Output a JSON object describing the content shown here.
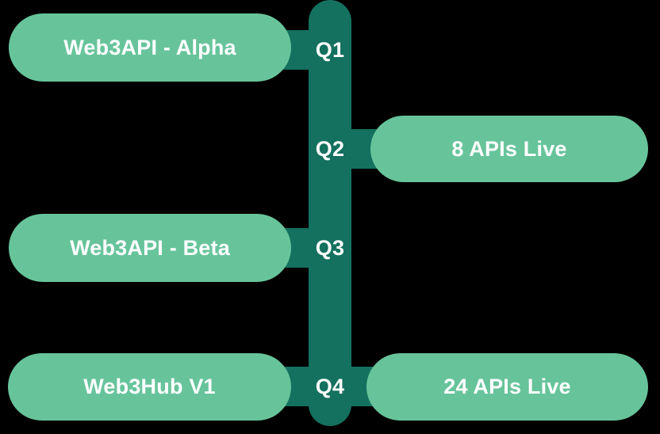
{
  "diagram": {
    "type": "timeline-roadmap",
    "background_color": "#000000",
    "spine_color": "#14705F",
    "pill_color": "#67C49A",
    "text_color": "#FFFFFF",
    "milestones": [
      {
        "quarter_label": "Q1",
        "left_label": "Web3API - Alpha",
        "right_label": ""
      },
      {
        "quarter_label": "Q2",
        "left_label": "",
        "right_label": "8 APIs Live"
      },
      {
        "quarter_label": "Q3",
        "left_label": "Web3API - Beta",
        "right_label": ""
      },
      {
        "quarter_label": "Q4",
        "left_label": "Web3Hub V1",
        "right_label": "24 APIs Live"
      }
    ]
  }
}
